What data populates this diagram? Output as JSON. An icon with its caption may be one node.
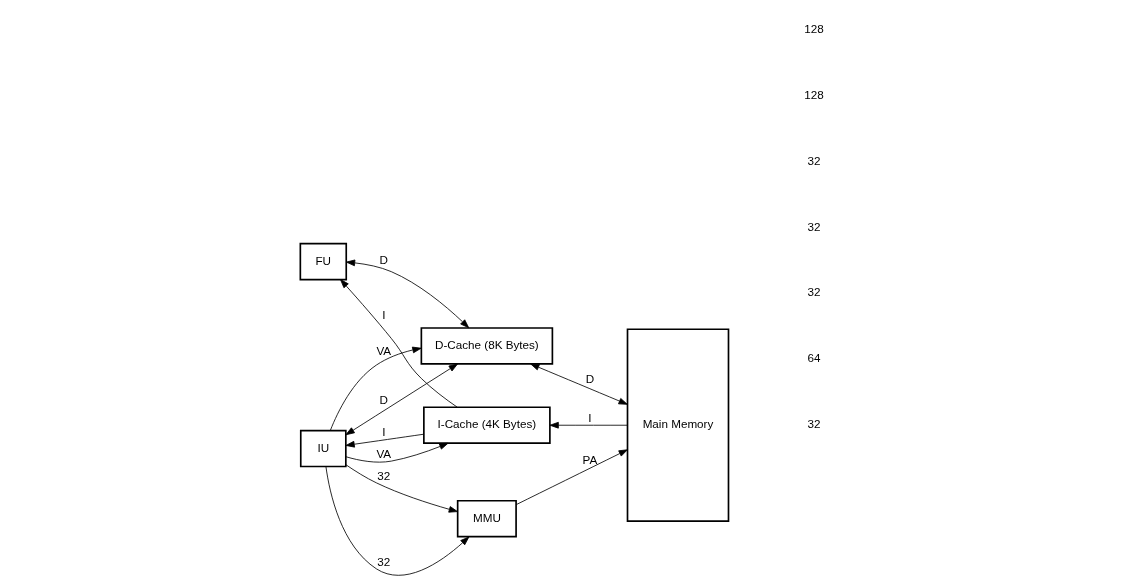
{
  "diagram": {
    "nodes": [
      {
        "text": [
          "IU"
        ]
      },
      {
        "text": [
          "FU"
        ]
      },
      {
        "text": [
          "I-Cache (4K Bytes)"
        ]
      },
      {
        "text": [
          "MMU"
        ]
      },
      {
        "text": [
          "D-Cache (8K Bytes)"
        ]
      },
      {
        "text": [
          "Main Memory"
        ]
      }
    ],
    "edges": [
      {
        "from": 2,
        "to": 0,
        "arrow": "to",
        "label": "I"
      },
      {
        "from": 2,
        "to": 1,
        "arrow": "to",
        "label": "I"
      },
      {
        "from": 5,
        "to": 2,
        "arrow": "to",
        "label": "I"
      },
      {
        "from": 0,
        "to": 3,
        "arrow": "to",
        "label": "32"
      },
      {
        "from": 0,
        "to": 2,
        "arrow": "to",
        "label": "VA"
      },
      {
        "from": 0,
        "to": 3,
        "arrow": "to",
        "label": "32"
      },
      {
        "from": 0,
        "to": 4,
        "arrow": "to",
        "label": "VA"
      },
      {
        "from": 3,
        "to": 5,
        "arrow": "to",
        "label": "PA"
      },
      {
        "from": 4,
        "to": 5,
        "arrow": "both",
        "label": "D"
      },
      {
        "from": 4,
        "to": 0,
        "arrow": "both",
        "label": "D"
      },
      {
        "from": 4,
        "to": 1,
        "arrow": "both",
        "label": "D"
      }
    ],
    "labels": [
      "32",
      "64",
      "32",
      "32",
      "32",
      "128",
      "128"
    ]
  }
}
